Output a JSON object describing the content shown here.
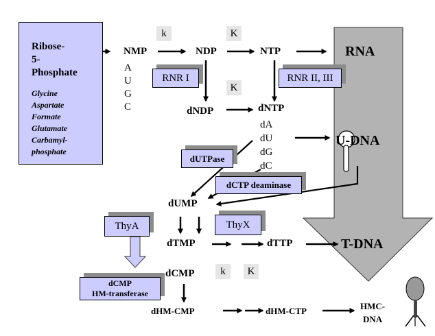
{
  "precursors": {
    "ribose_lines": [
      "Ribose-",
      "5-",
      "Phosphate"
    ],
    "amino_lines": [
      "Glycine",
      "Aspartate",
      "Formate",
      "Glutamate",
      "Carbamyl-",
      "phosphate"
    ]
  },
  "nodes": {
    "nmp": "NMP",
    "nmp_bases": [
      "A",
      "U",
      "G",
      "C"
    ],
    "ndp": "NDP",
    "ntp": "NTP",
    "rna": "RNA",
    "dndp": "dNDP",
    "dntp": "dNTP",
    "dntp_bases": [
      "dA",
      "dU",
      "dG",
      "dC"
    ],
    "udna": "U-DNA",
    "dump": "dUMP",
    "dtmp": "dTMP",
    "dttp": "dTTP",
    "tdna": "T-DNA",
    "dcmp": "dCMP",
    "dhmcmp": "dHM-CMP",
    "dhmctp": "dHM-CTP",
    "hmcdna_lines": [
      "HMC-",
      "DNA"
    ]
  },
  "enzymes": {
    "rnr1": "RNR I",
    "rnr23": "RNR II, III",
    "dutpase": "dUTPase",
    "dctp_deaminase": "dCTP deaminase",
    "thya": "ThyA",
    "thyx": "ThyX",
    "dcmp_hm_lines": [
      "dCMP",
      "HM-transferase"
    ]
  },
  "kinase_labels": {
    "k_small_1": "k",
    "k_big_1": "K",
    "k_big_2": "K",
    "k_small_2": "k",
    "k_big_3": "K"
  },
  "colors": {
    "enzyme_fill": "#ccccff",
    "shadow": "#8c8c8c",
    "big_arrow": "#b3b3b3",
    "kinase_bg": "#e6e6e6"
  }
}
